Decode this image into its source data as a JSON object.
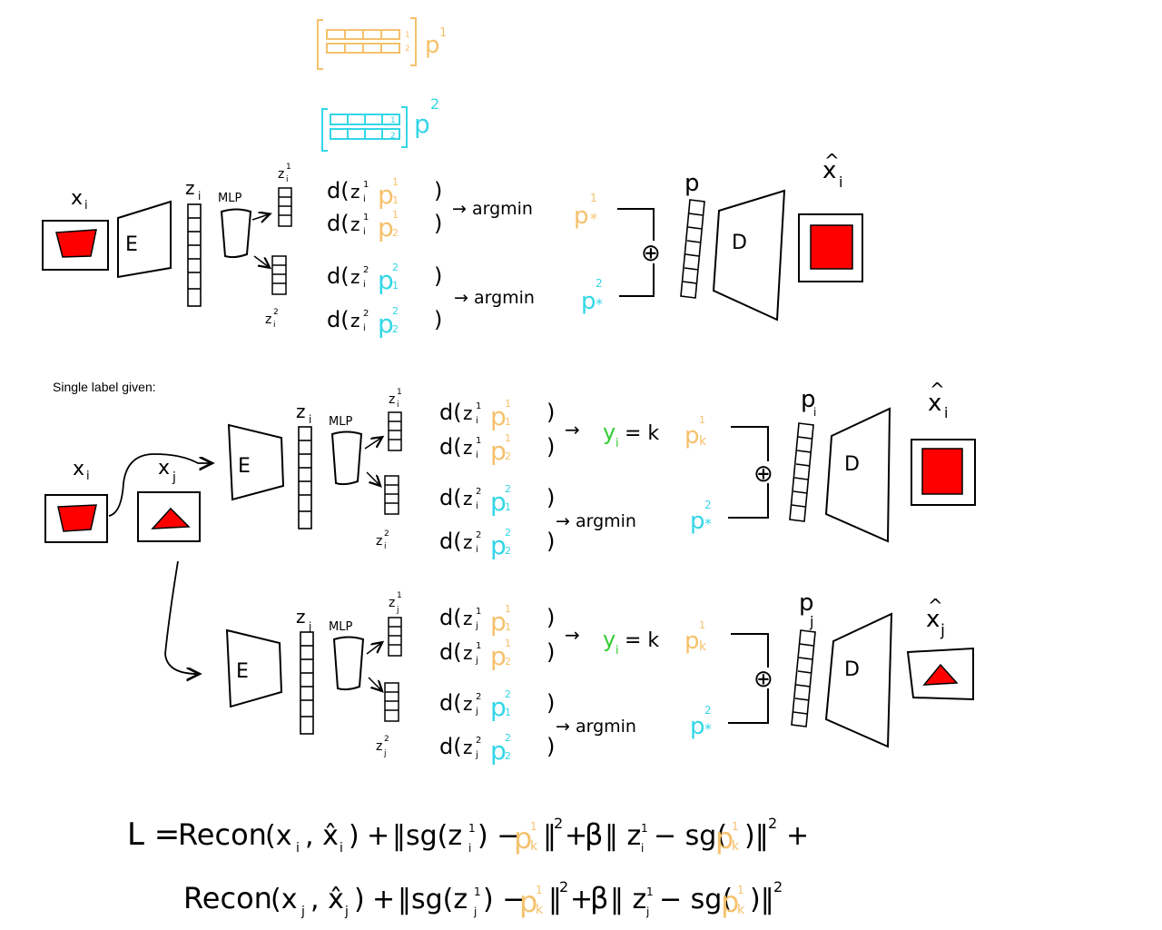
{
  "colors": {
    "ink": "#000000",
    "orange": "#F5C16C",
    "cyan": "#33D6E6",
    "green": "#33CC33",
    "red": "#FF0000"
  },
  "codebooks": {
    "p1_label": "p",
    "p1_sup": "1",
    "p2_label": "p",
    "p2_sup": "2",
    "row_index_1": "1",
    "row_index_2": "2"
  },
  "section_label": "Single label given:",
  "top": {
    "x_label": "x",
    "x_sub": "i",
    "encoder": "E",
    "z_label": "z",
    "z_sub": "i",
    "mlp": "MLP",
    "z1": "z",
    "z1_sup": "1",
    "z1_sub": "i",
    "z2": "z",
    "z2_sup": "2",
    "z2_sub": "i",
    "d_rows": [
      {
        "fn": "d(",
        "z": "z",
        "zsup": "1",
        "zsub": "i",
        "p": "p",
        "psup": "1",
        "psub": "1",
        "close": ")"
      },
      {
        "fn": "d(",
        "z": "z",
        "zsup": "1",
        "zsub": "i",
        "p": "p",
        "psup": "1",
        "psub": "2",
        "close": ")"
      },
      {
        "fn": "d(",
        "z": "z",
        "zsup": "2",
        "zsub": "i",
        "p": "p",
        "psup": "2",
        "psub": "1",
        "close": ")"
      },
      {
        "fn": "d(",
        "z": "z",
        "zsup": "2",
        "zsub": "i",
        "p": "p",
        "psup": "2",
        "psub": "2",
        "close": ")"
      }
    ],
    "argmin1": "→ argmin",
    "argmin2": "→ argmin",
    "p_star1": "p",
    "p_star1_sup": "1",
    "p_star1_sub": "*",
    "p_star2": "p",
    "p_star2_sup": "2",
    "p_star2_sub": "*",
    "oplus": "⊕",
    "p_label": "p",
    "decoder": "D",
    "xhat": "x",
    "xhat_sub": "i",
    "hat": "^"
  },
  "mid": {
    "x_label": "x",
    "x_sub": "i",
    "xj_label": "x",
    "xj_sub": "j",
    "encoder": "E",
    "z_label": "z",
    "z_sub": "i",
    "mlp": "MLP",
    "z1": "z",
    "z1_sup": "1",
    "z1_sub": "i",
    "z2": "z",
    "z2_sup": "2",
    "z2_sub": "i",
    "d_rows": [
      {
        "fn": "d(",
        "z": "z",
        "zsup": "1",
        "zsub": "i",
        "p": "p",
        "psup": "1",
        "psub": "1",
        "close": ")"
      },
      {
        "fn": "d(",
        "z": "z",
        "zsup": "1",
        "zsub": "i",
        "p": "p",
        "psup": "1",
        "psub": "2",
        "close": ")"
      },
      {
        "fn": "d(",
        "z": "z",
        "zsup": "2",
        "zsub": "i",
        "p": "p",
        "psup": "2",
        "psub": "1",
        "close": ")"
      },
      {
        "fn": "d(",
        "z": "z",
        "zsup": "2",
        "zsub": "i",
        "p": "p",
        "psup": "2",
        "psub": "2",
        "close": ")"
      }
    ],
    "arrow1": "→",
    "y_label": "y",
    "y_sub": "i",
    "eq_k": "= k",
    "p_k": "p",
    "p_k_sup": "1",
    "p_k_sub": "k",
    "argmin2": "→ argmin",
    "p_star2": "p",
    "p_star2_sup": "2",
    "p_star2_sub": "*",
    "oplus": "⊕",
    "p_label": "p",
    "p_sub": "i",
    "decoder": "D",
    "xhat": "x",
    "xhat_sub": "i",
    "hat": "^"
  },
  "bot": {
    "encoder": "E",
    "z_label": "z",
    "z_sub": "j",
    "mlp": "MLP",
    "z1": "z",
    "z1_sup": "1",
    "z1_sub": "j",
    "z2": "z",
    "z2_sup": "2",
    "z2_sub": "j",
    "d_rows": [
      {
        "fn": "d(",
        "z": "z",
        "zsup": "1",
        "zsub": "j",
        "p": "p",
        "psup": "1",
        "psub": "1",
        "close": ")"
      },
      {
        "fn": "d(",
        "z": "z",
        "zsup": "1",
        "zsub": "j",
        "p": "p",
        "psup": "1",
        "psub": "2",
        "close": ")"
      },
      {
        "fn": "d(",
        "z": "z",
        "zsup": "2",
        "zsub": "j",
        "p": "p",
        "psup": "2",
        "psub": "1",
        "close": ")"
      },
      {
        "fn": "d(",
        "z": "z",
        "zsup": "2",
        "zsub": "j",
        "p": "p",
        "psup": "2",
        "psub": "2",
        "close": ")"
      }
    ],
    "arrow1": "→",
    "y_label": "y",
    "y_sub": "i",
    "eq_k": "= k",
    "p_k": "p",
    "p_k_sup": "1",
    "p_k_sub": "k",
    "argmin2": "→ argmin",
    "p_star2": "p",
    "p_star2_sup": "2",
    "p_star2_sub": "*",
    "oplus": "⊕",
    "p_label": "p",
    "p_sub": "j",
    "decoder": "D",
    "xhat": "x",
    "xhat_sub": "j",
    "hat": "^"
  },
  "loss": {
    "line1": {
      "lhs": "L =",
      "recon": "Recon",
      "args": "(x",
      "args_sub1": "i",
      "comma": ", x̂",
      "args_sub2": "i",
      "argclose": ")",
      "plus1": "+",
      "sg1": "‖sg(z",
      "sg1_sup": "1",
      "sg1_sub": "i",
      "sg1_mid": ") −",
      "p1": "p",
      "p1_sup": "1",
      "p1_sub": "k",
      "norm1": "‖",
      "sq1": "2",
      "plus2": "+",
      "beta": "β",
      "norm2_open": "‖ z",
      "z_sup": "1",
      "z_sub": "i",
      "minus_sg": "− sg(",
      "p2": "p",
      "p2_sup": "1",
      "p2_sub": "k",
      "norm2_close": ")‖",
      "sq2": "2",
      "plus3": "+"
    },
    "line2": {
      "recon": "Recon",
      "args": "(x",
      "args_sub1": "j",
      "comma": ", x̂",
      "args_sub2": "j",
      "argclose": ")",
      "plus1": "+",
      "sg1": "‖sg(z",
      "sg1_sup": "1",
      "sg1_sub": "j",
      "sg1_mid": ") −",
      "p1": "p",
      "p1_sup": "1",
      "p1_sub": "k",
      "norm1": "‖",
      "sq1": "2",
      "plus2": "+",
      "beta": "β",
      "norm2_open": "‖ z",
      "z_sup": "1",
      "z_sub": "j",
      "minus_sg": "− sg(",
      "p2": "p",
      "p2_sup": "1",
      "p2_sub": "k",
      "norm2_close": ")‖",
      "sq2": "2"
    }
  }
}
